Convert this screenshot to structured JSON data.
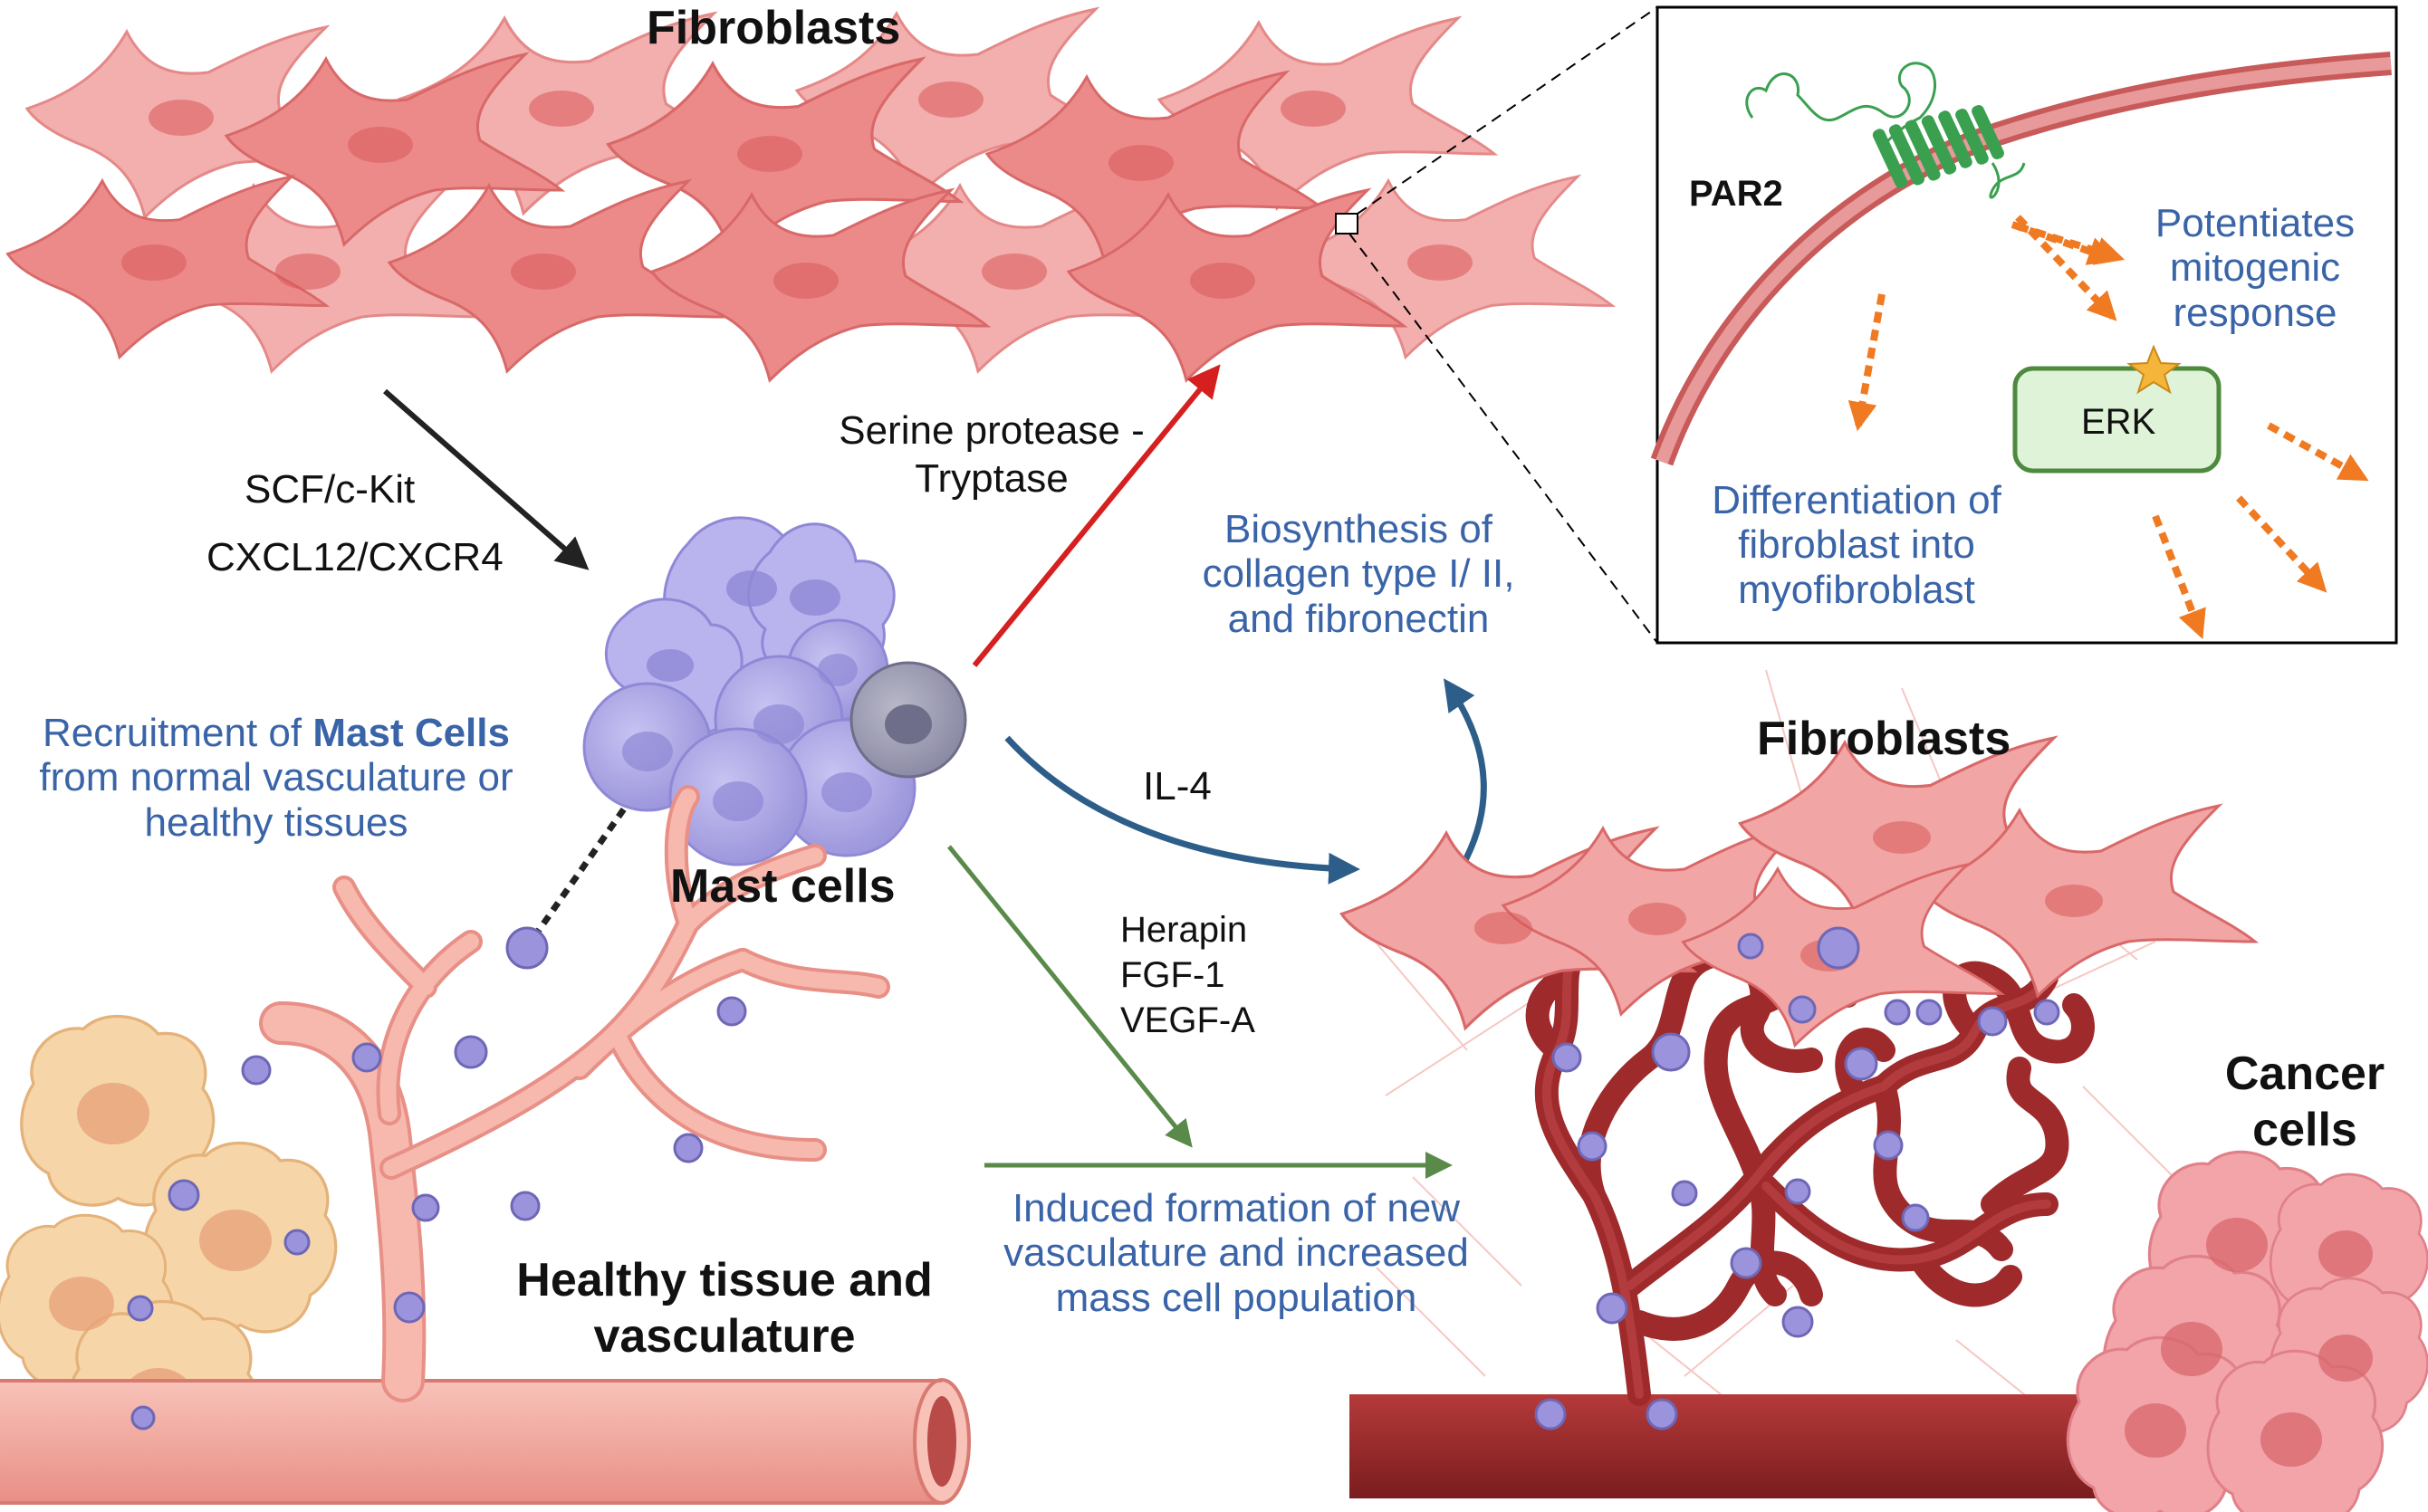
{
  "labels": {
    "fibroblasts_top": "Fibroblasts",
    "fibroblasts_right": "Fibroblasts",
    "mast_cells": "Mast cells",
    "healthy_tissue_line1": "Healthy tissue and",
    "healthy_tissue_line2": "vasculature",
    "cancer_cells_line1": "Cancer",
    "cancer_cells_line2": "cells",
    "scf_ckit": "SCF/c-Kit",
    "cxcl12": "CXCL12/CXCR4",
    "serine_protease_line1": "Serine protease -",
    "serine_protease_line2": "Tryptase",
    "il4": "IL-4",
    "heparin": "Herapin",
    "fgf1": "FGF-1",
    "vegfa": "VEGF-A",
    "recruitment_line1_pre": "Recruitment of ",
    "recruitment_line1_bold": "Mast Cells",
    "recruitment_line2": "from normal vasculature or",
    "recruitment_line3": "healthy tissues",
    "biosynthesis_line1": "Biosynthesis of",
    "biosynthesis_line2": "collagen type I/ II,",
    "biosynthesis_line3": "and fibronectin",
    "induced_line1": "Induced formation of new",
    "induced_line2": "vasculature and increased",
    "induced_line3": "mass cell population"
  },
  "inset": {
    "par2": "PAR2",
    "erk": "ERK",
    "potentiates_line1": "Potentiates",
    "potentiates_line2": "mitogenic",
    "potentiates_line3": "response",
    "differentiation_line1": "Differentiation of",
    "differentiation_line2": "fibroblast into",
    "differentiation_line3": "myofibroblast"
  },
  "colors": {
    "label_blue": "#3a64a8",
    "fibroblast_pink": "#ec8a8a",
    "mast_cell_purple": "#a8a4e0",
    "healthy_vessel": "#f3a8a0",
    "tumor_vessel": "#9e2a2b",
    "arrow_red": "#d61f1f",
    "arrow_blue": "#2d5e8a",
    "arrow_green": "#5a8a4a",
    "arrow_orange": "#f07a22",
    "erk_fill": "#dff3d8",
    "erk_stroke": "#4e8a3e",
    "par2_green": "#3aa050"
  }
}
